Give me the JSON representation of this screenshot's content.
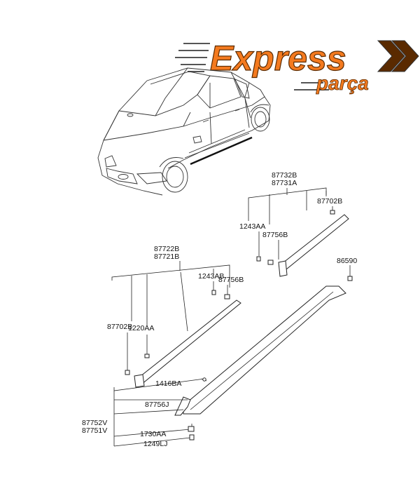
{
  "logo": {
    "brand": "Express",
    "sub": "parça",
    "accent_color": "#f47a1f"
  },
  "callouts": {
    "upper_group_top": "87732B",
    "upper_group_bottom": "87731A",
    "upper_clip": "87702B",
    "upper_screw": "1243AA",
    "upper_clip2": "87756B",
    "front_group_top": "87722B",
    "front_group_bottom": "87721B",
    "front_screw": "1243AB",
    "front_clip": "87756B",
    "front_clip2": "87702B",
    "front_fastener": "1220AA",
    "end_clip": "86590",
    "sill_clip": "1416BA",
    "sill_clip2": "87756J",
    "sill_group_top": "87752V",
    "sill_group_bottom": "87751V",
    "sill_screw": "1730AA",
    "sill_nut": "1249LJ"
  }
}
